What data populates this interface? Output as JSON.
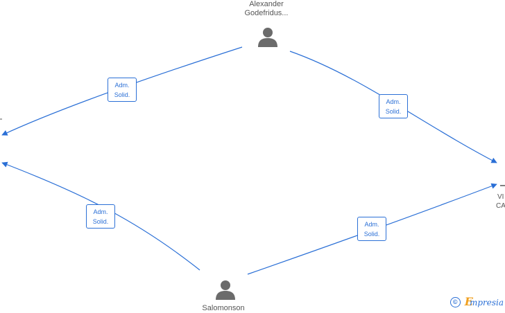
{
  "nodes": {
    "top_person": {
      "line1": "Alexander",
      "line2": "Godefridus..."
    },
    "bottom_person": {
      "line1": "Salomonson"
    },
    "right_company_partial": {
      "line1": "VI",
      "line2": "CA"
    }
  },
  "edges": [
    {
      "line1": "Adm.",
      "line2": "Solid."
    },
    {
      "line1": "Adm.",
      "line2": "Solid."
    },
    {
      "line1": "Adm.",
      "line2": "Solid."
    },
    {
      "line1": "Adm.",
      "line2": "Solid."
    }
  ],
  "colors": {
    "edge": "#2a6fd6",
    "icon": "#6b6b6b",
    "brand_accent": "#f0a020"
  },
  "brand": {
    "copyright_symbol": "©",
    "first_letter": "E",
    "rest": "mpresia"
  }
}
